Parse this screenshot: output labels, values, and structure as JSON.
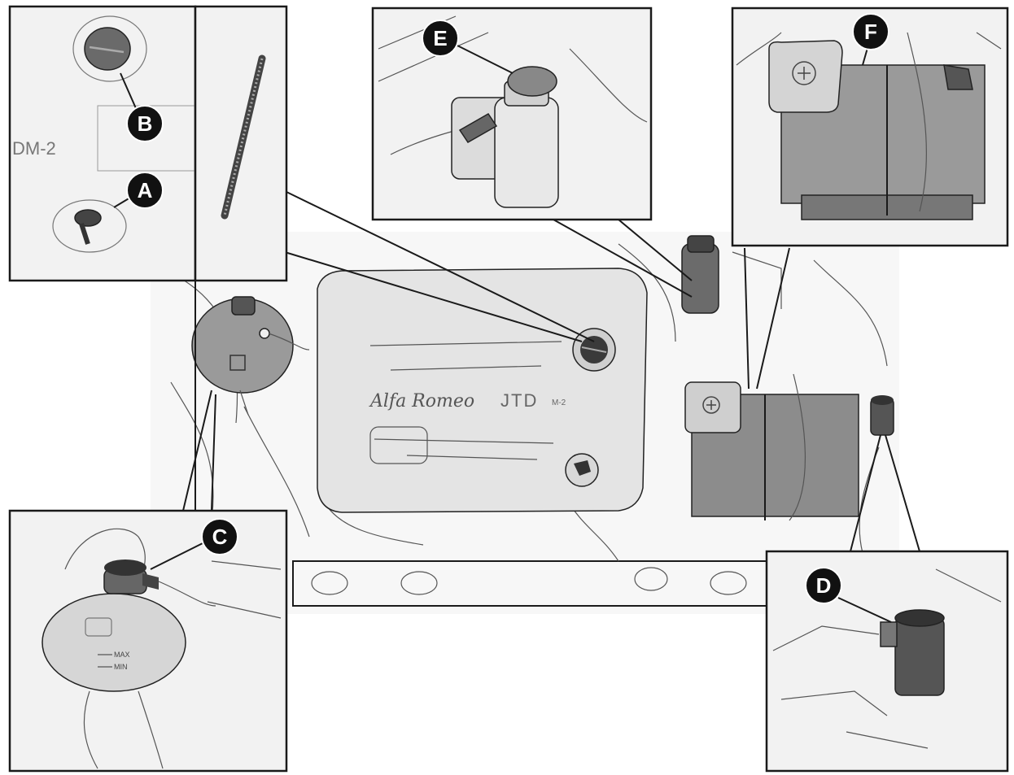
{
  "callouts": {
    "A": "A",
    "B": "B",
    "C": "C",
    "D": "D",
    "E": "E",
    "F": "F"
  },
  "engine_cover": {
    "brand": "Alfa Romeo",
    "code": "JTD",
    "code_suffix": "M-2",
    "inset_code": "DM-2"
  },
  "coolant_tank": {
    "max_label": "MAX",
    "min_label": "MIN"
  },
  "colors": {
    "background": "#ffffff",
    "panel": "#f2f2f2",
    "line": "#1a1a1a",
    "callout": "#111111"
  }
}
